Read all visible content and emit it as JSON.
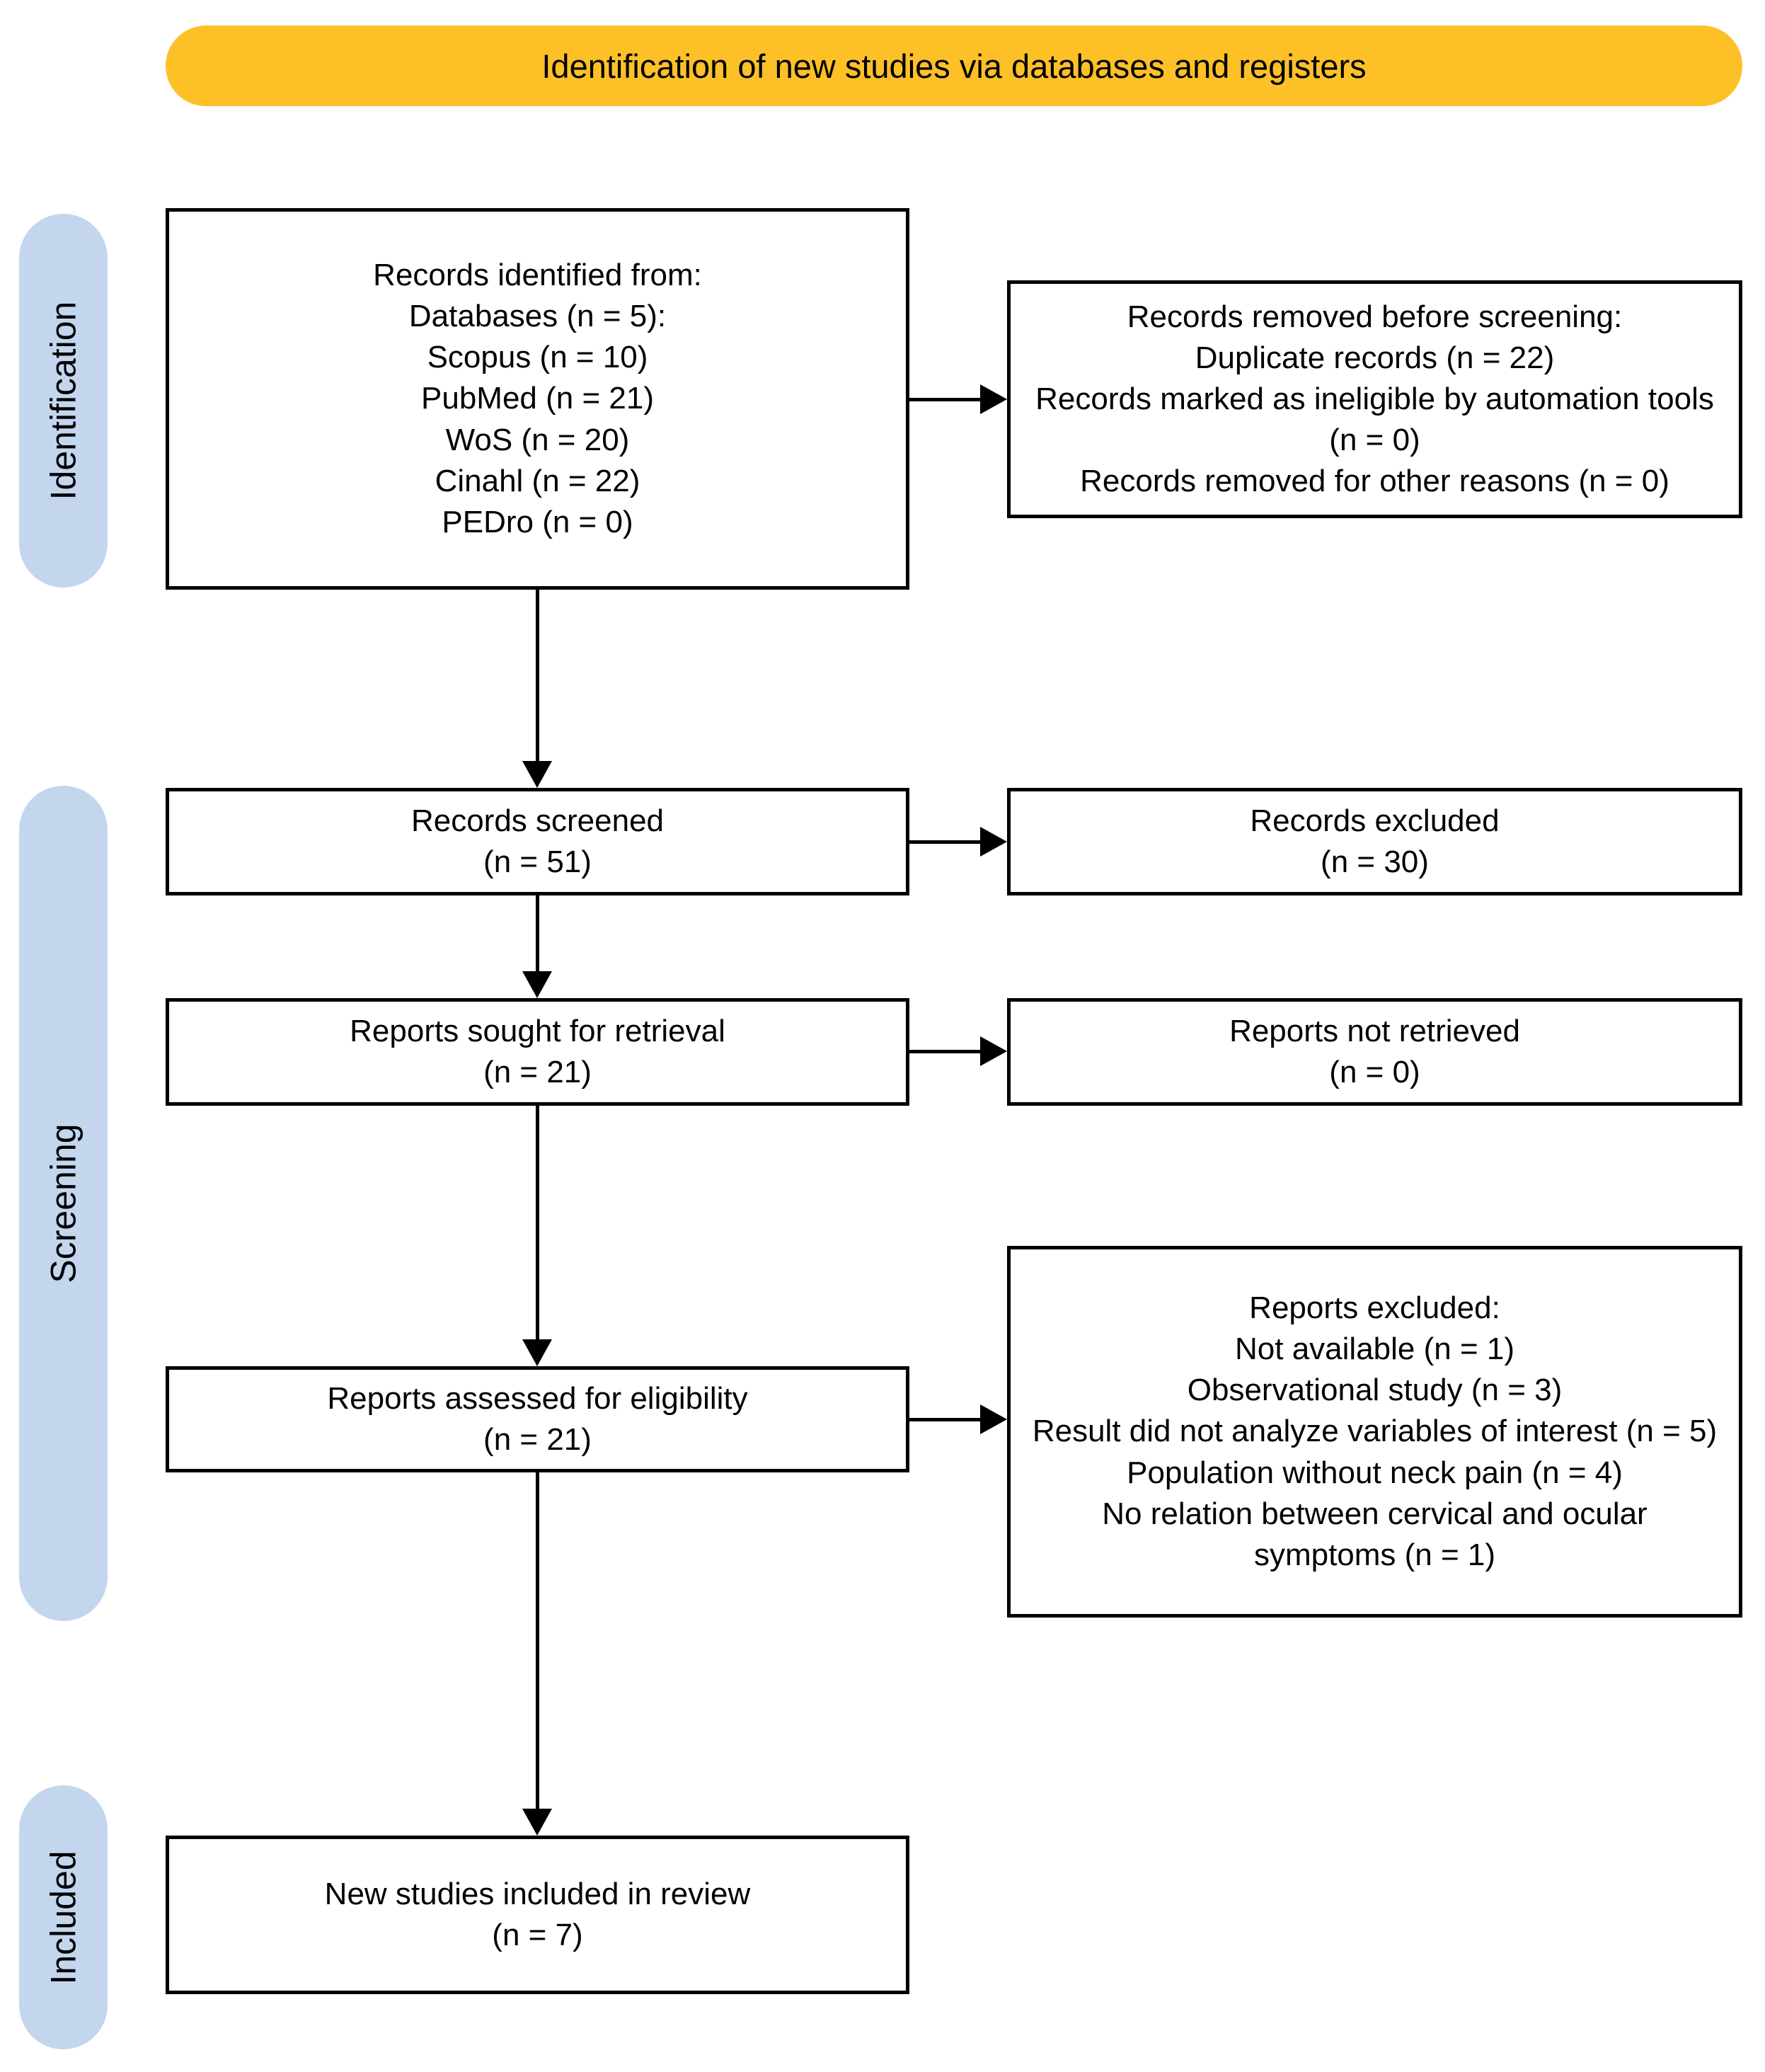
{
  "banner": {
    "label": "Identification of new studies via databases and registers"
  },
  "side_labels": [
    {
      "id": "identification",
      "label": "Identification"
    },
    {
      "id": "screening",
      "label": "Screening"
    },
    {
      "id": "included",
      "label": "Included"
    }
  ],
  "boxes": {
    "records_identified": {
      "lines": [
        "Records identified from:",
        "Databases (n = 5):",
        "Scopus (n = 10)",
        "PubMed (n = 21)",
        "WoS (n = 20)",
        "Cinahl (n = 22)",
        "PEDro (n = 0)"
      ]
    },
    "records_removed": {
      "lines": [
        "Records removed before screening:",
        "Duplicate records (n = 22)",
        "Records marked as ineligible by automation tools (n = 0)",
        "Records removed for other reasons (n = 0)"
      ]
    },
    "records_screened": {
      "lines": [
        "Records screened",
        "(n = 51)"
      ]
    },
    "records_excluded": {
      "lines": [
        "Records excluded",
        "(n = 30)"
      ]
    },
    "reports_sought": {
      "lines": [
        "Reports sought for retrieval",
        "(n = 21)"
      ]
    },
    "reports_not_retrieved": {
      "lines": [
        "Reports not retrieved",
        "(n = 0)"
      ]
    },
    "reports_assessed": {
      "lines": [
        "Reports assessed for eligibility",
        "(n = 21)"
      ]
    },
    "reports_excluded": {
      "lines": [
        "Reports excluded:",
        "Not available (n = 1)",
        "Observational study (n = 3)",
        "Result did not analyze variables of interest (n = 5)",
        "Population without neck pain (n = 4)",
        "No relation between cervical and ocular symptoms (n = 1)"
      ]
    },
    "new_studies_included": {
      "lines": [
        "New studies included in review",
        "(n = 7)"
      ]
    }
  },
  "colors": {
    "banner_bg": "#fdc127",
    "side_label_bg": "#c3d6ee",
    "box_border": "#000000",
    "text": "#000000",
    "page_bg": "#ffffff"
  }
}
